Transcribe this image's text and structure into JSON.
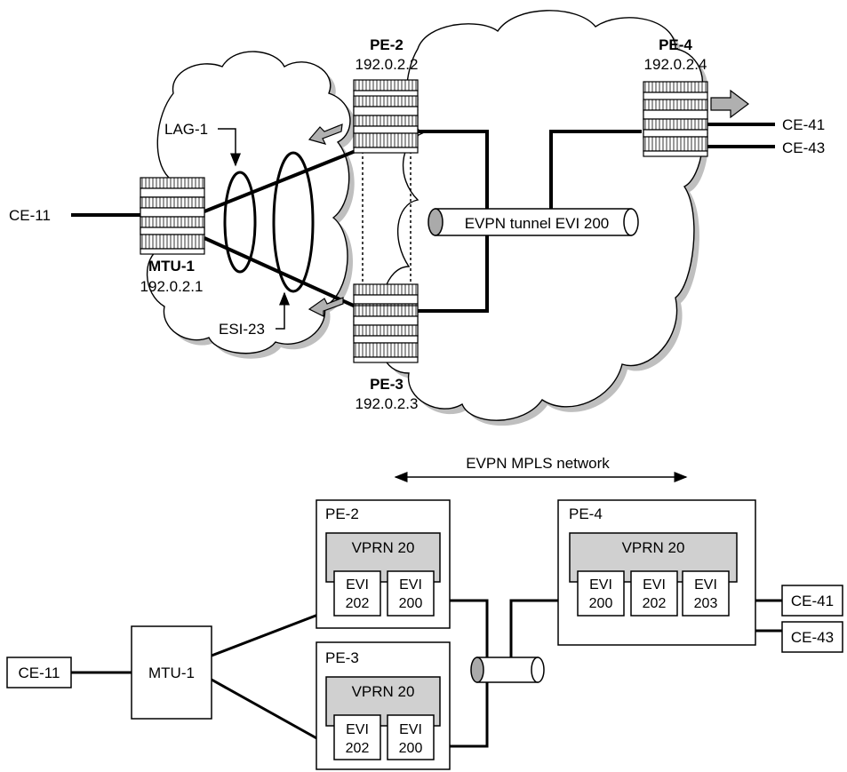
{
  "top": {
    "nodes": {
      "pe2": {
        "name": "PE-2",
        "ip": "192.0.2.2"
      },
      "pe4": {
        "name": "PE-4",
        "ip": "192.0.2.4"
      },
      "pe3": {
        "name": "PE-3",
        "ip": "192.0.2.3"
      },
      "mtu1": {
        "name": "MTU-1",
        "ip": "192.0.2.1"
      }
    },
    "ce": {
      "ce11": "CE-11",
      "ce41": "CE-41",
      "ce43": "CE-43"
    },
    "lag": "LAG-1",
    "esi": "ESI-23",
    "tunnel": "EVPN tunnel EVI 200"
  },
  "bottom": {
    "network": "EVPN MPLS network",
    "pe2": {
      "name": "PE-2",
      "vprn": "VPRN 20",
      "evi_a": [
        "EVI",
        "202"
      ],
      "evi_b": [
        "EVI",
        "200"
      ]
    },
    "pe3": {
      "name": "PE-3",
      "vprn": "VPRN 20",
      "evi_a": [
        "EVI",
        "202"
      ],
      "evi_b": [
        "EVI",
        "200"
      ]
    },
    "pe4": {
      "name": "PE-4",
      "vprn": "VPRN 20",
      "evi_a": [
        "EVI",
        "200"
      ],
      "evi_b": [
        "EVI",
        "202"
      ],
      "evi_c": [
        "EVI",
        "203"
      ]
    },
    "mtu1": "MTU-1",
    "ce11": "CE-11",
    "ce41": "CE-41",
    "ce43": "CE-43"
  },
  "colors": {
    "cloud_shadow": "#bfbfbf",
    "vprn_fill": "#d0d0d0",
    "arrow_fill": "#b0b0b0"
  }
}
